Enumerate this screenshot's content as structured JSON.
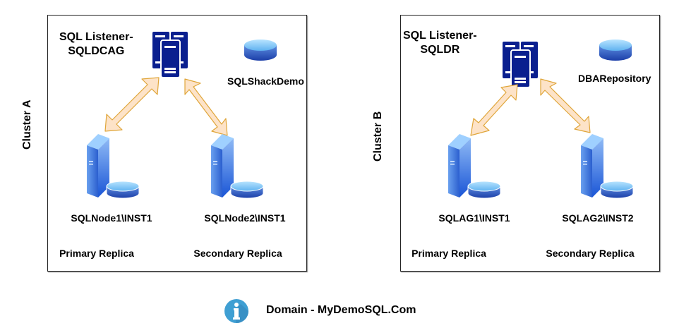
{
  "diagram": {
    "domain_label": "Domain - MyDemoSQL.Com",
    "colors": {
      "listener_blue": "#0a1f8f",
      "server_blue": "#3a78e8",
      "arrow_fill": "#fde3c8",
      "arrow_stroke": "#e0a63a",
      "info_blue": "#3f9fd3"
    },
    "clusters": [
      {
        "name": "Cluster A",
        "listener": {
          "line1": "SQL Listener-",
          "line2": "SQLDCAG"
        },
        "database": "SQLShackDemo",
        "nodes": [
          {
            "instance": "SQLNode1\\INST1",
            "role": "Primary Replica"
          },
          {
            "instance": "SQLNode2\\INST1",
            "role": "Secondary Replica"
          }
        ]
      },
      {
        "name": "Cluster B",
        "listener": {
          "line1": "SQL Listener-",
          "line2": "SQLDR"
        },
        "database": "DBARepository",
        "nodes": [
          {
            "instance": "SQLAG1\\INST1",
            "role": "Primary Replica"
          },
          {
            "instance": "SQLAG2\\INST2",
            "role": "Secondary Replica"
          }
        ]
      }
    ]
  }
}
